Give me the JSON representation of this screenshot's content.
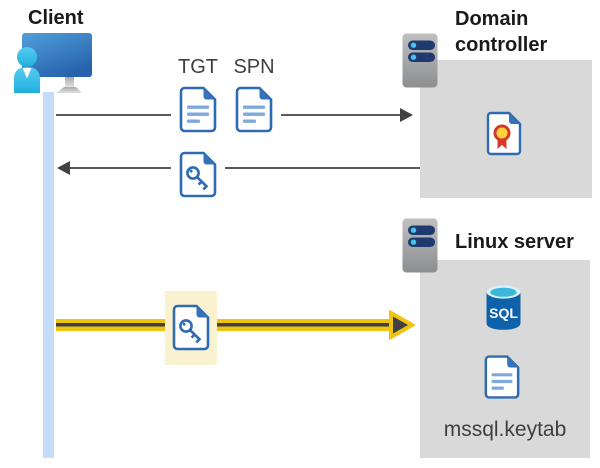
{
  "client": {
    "label": "Client"
  },
  "tickets": {
    "tgt": "TGT",
    "spn": "SPN"
  },
  "domain_controller": {
    "label": "Domain controller"
  },
  "linux_server": {
    "label": "Linux server",
    "sql_badge": "SQL",
    "keytab_label": "mssql.keytab"
  },
  "colors": {
    "doc_border_blue": "#2e6bb2",
    "doc_line_blue": "#7fa8dc",
    "machine_box_gray": "#d9d9d9",
    "timeline_blue": "#c4dcf8",
    "arrow_gray": "#58595b",
    "arrowhead_dark": "#414042",
    "kerberos_yellow": "#f0c30e",
    "highlight_cream": "#faf2cf",
    "sql_body_blue": "#0e62ac",
    "sql_top_cyan": "#3ab7dc",
    "cert_red": "#d4392c",
    "cert_gold": "#ffd23b",
    "server_bar_navy": "#1e3a6e",
    "server_dot_cyan": "#46c2e9",
    "person_cyan": "#35bce5"
  }
}
